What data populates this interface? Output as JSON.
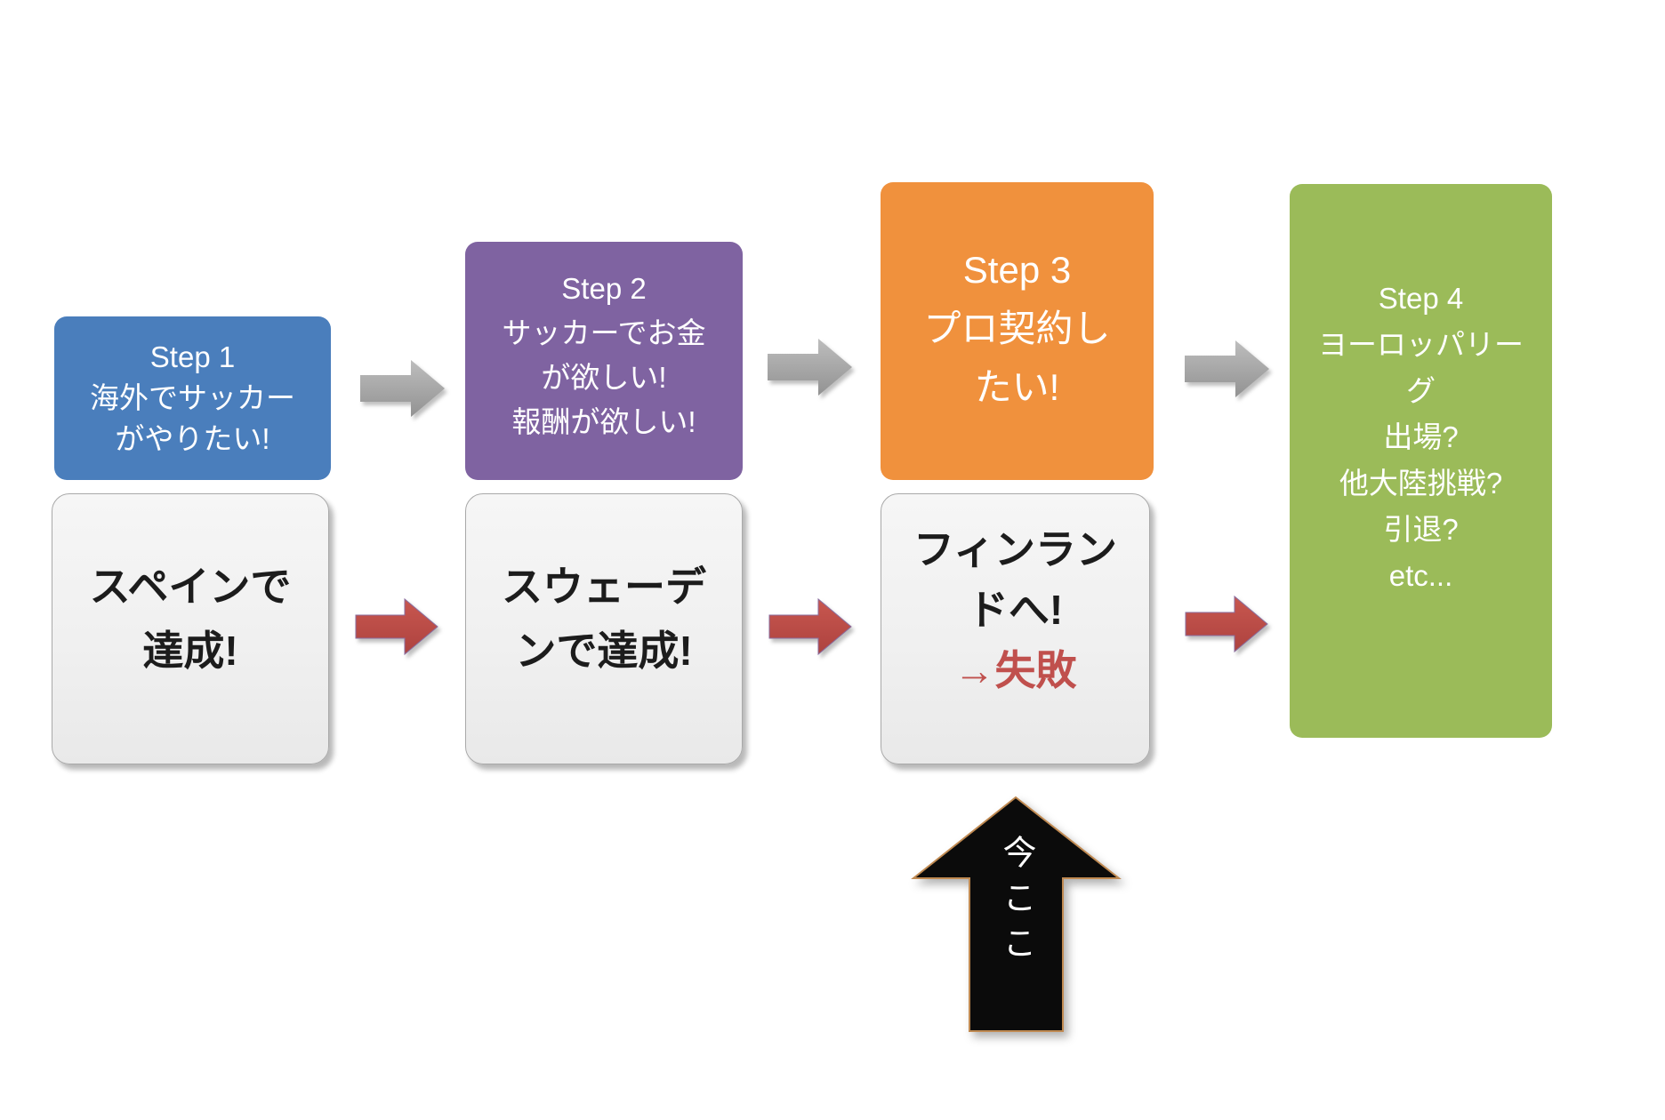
{
  "diagram_title": "soccer-career-steps-flow",
  "steps": [
    {
      "color": "#4a7ebc",
      "lines": [
        "Step 1",
        "海外でサッカー",
        "がやりたい!"
      ]
    },
    {
      "color": "#7f63a1",
      "lines": [
        "Step 2",
        "サッカーでお金",
        "が欲しい!",
        "報酬が欲しい!"
      ]
    },
    {
      "color": "#f0913d",
      "lines": [
        "Step 3",
        "プロ契約し",
        "たい!"
      ]
    },
    {
      "color": "#9bbb59",
      "lines": [
        "Step 4",
        "ヨーロッパリー",
        "グ",
        "出場?",
        "他大陸挑戦?",
        "引退?",
        "etc..."
      ]
    }
  ],
  "results": [
    {
      "lines": [
        "スペインで",
        "達成!"
      ]
    },
    {
      "lines": [
        "スウェーデ",
        "ンで達成!"
      ]
    },
    {
      "lines": [
        "フィンラン",
        "ドへ!",
        "→失敗"
      ],
      "fail_text_color": "#c0504d"
    }
  ],
  "marker": {
    "label": "今ここ"
  },
  "colors": {
    "gray_arrow": "#a8a8a8",
    "red_arrow": "#bf4b48",
    "marker_arrow_fill": "#0b0b0b",
    "marker_arrow_outline": "#c08a52",
    "background": "#ffffff"
  }
}
